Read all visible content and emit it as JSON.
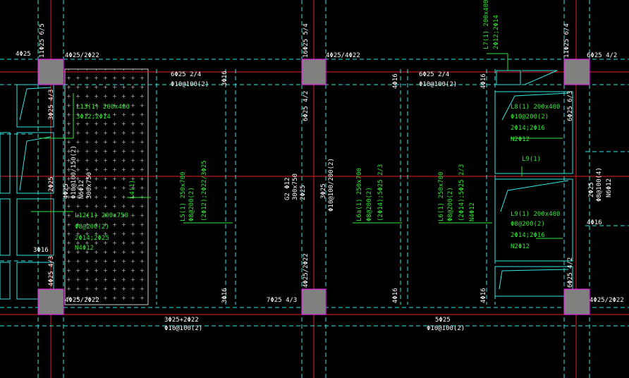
{
  "colors": {
    "background": "#000000",
    "axis_line": "#e02020",
    "beam_edge": "#33e6e6",
    "column_fill": "#808080",
    "column_edge": "#e020e0",
    "annotation_white": "#ffffff",
    "annotation_green": "#33e633",
    "hatch": "#9a9a9a"
  },
  "labels": {
    "top_left_vert": "11Φ25 6/5",
    "top_left_a": "4Φ25",
    "top_a": "4Φ25/2Φ22",
    "left_vert_1": "3Φ25 4/3",
    "left_a": "3Φ16",
    "left_vert_2": "4Φ25 4/3",
    "left_vert_3": "2Φ25",
    "bottom_a": "4Φ25/2Φ22",
    "beam1_top_1": "6Φ25 2/4",
    "beam1_top_2": "Φ10@100(2)",
    "beam1_right_top": "3Φ16",
    "beam1_right_bot": "3Φ16",
    "col_mid_vert": "16Φ25 5/4",
    "top_b": "4Φ25/4Φ22",
    "col_mid_vert_2": "6Φ25 4/2",
    "col_mid_vert_3": "4Φ25/2Φ22",
    "beam_mid_left_1": "G2 Φ12",
    "beam_mid_left_2": "300x750",
    "beam_mid_left_3": "2Φ25",
    "beam_mid_right_1": "3Φ25",
    "beam_mid_right_2": "Φ10@100/200(2)",
    "bottom_b": "7Φ25 4/3",
    "beam2_top_1": "6Φ25 2/4",
    "beam2_top_2": "Φ10@100(2)",
    "beam2_left_top": "4Φ16",
    "beam2_left_bot": "4Φ16",
    "beam2_right_top": "4Φ16",
    "beam2_right_bot": "4Φ16",
    "col_right_vert": "11Φ25 6/4",
    "top_c": "6Φ25 4/2",
    "col_right_vert_2": "6Φ25 6/3",
    "col_right_vert_3": "6Φ25 4/2",
    "bottom_c": "4Φ25/2Φ22",
    "right_a": "2Φ25",
    "right_b": "Φ8@100(4)",
    "right_c": "N6Φ12",
    "right_d": "4Φ16",
    "hatch_a": "4Φ25",
    "hatch_b": "Φ10@100/150(2)",
    "hatch_c": "N6Φ12",
    "hatch_d": "300x750",
    "bottom_span1_1": "3Φ25+2Φ22",
    "bottom_span1_2": "Φ10@100(2)",
    "bottom_span2_1": "5Φ25",
    "bottom_span2_2": "Φ10@100(2)"
  },
  "green_labels": {
    "l3_1": "L13(1) 200x400",
    "l3_2": "3Φ12;2Φ14",
    "l2_1": "L12(1) 200x750",
    "l2_2": "Φ8@200(2)",
    "l2_3": "2Φ14;2Φ25",
    "l2_4": "N4Φ12",
    "l4_1": "L4(1)",
    "l5_1": "L5(1) 250x700",
    "l5_2": "Φ8@200(2)",
    "l5_3": "(2Φ12);2Φ22/3Φ25",
    "l6a_1": "L6a(1) 250x700",
    "l6a_2": "Φ8@200(2)",
    "l6a_3": "(2Φ14);5Φ25 2/3",
    "l6_1": "L6(1) 250x700",
    "l6_2": "Φ8@200(2)",
    "l6_3": "(2Φ14);5Φ25 2/3",
    "l6_4": "N4Φ12",
    "l7_1": "L7(1) 200x400",
    "l7_2": "2Φ12;2Φ14",
    "l8_1": "L8(1) 200x400",
    "l8_2": "Φ10@200(2)",
    "l8_3": "2Φ14;2Φ16",
    "l8_4": "N2Φ12",
    "l9s": "L9(1)",
    "l9_1": "L9(1) 200x400",
    "l9_2": "Φ8@200(2)",
    "l9_3": "2Φ14;2Φ16",
    "l9_4": "N2Φ12"
  }
}
